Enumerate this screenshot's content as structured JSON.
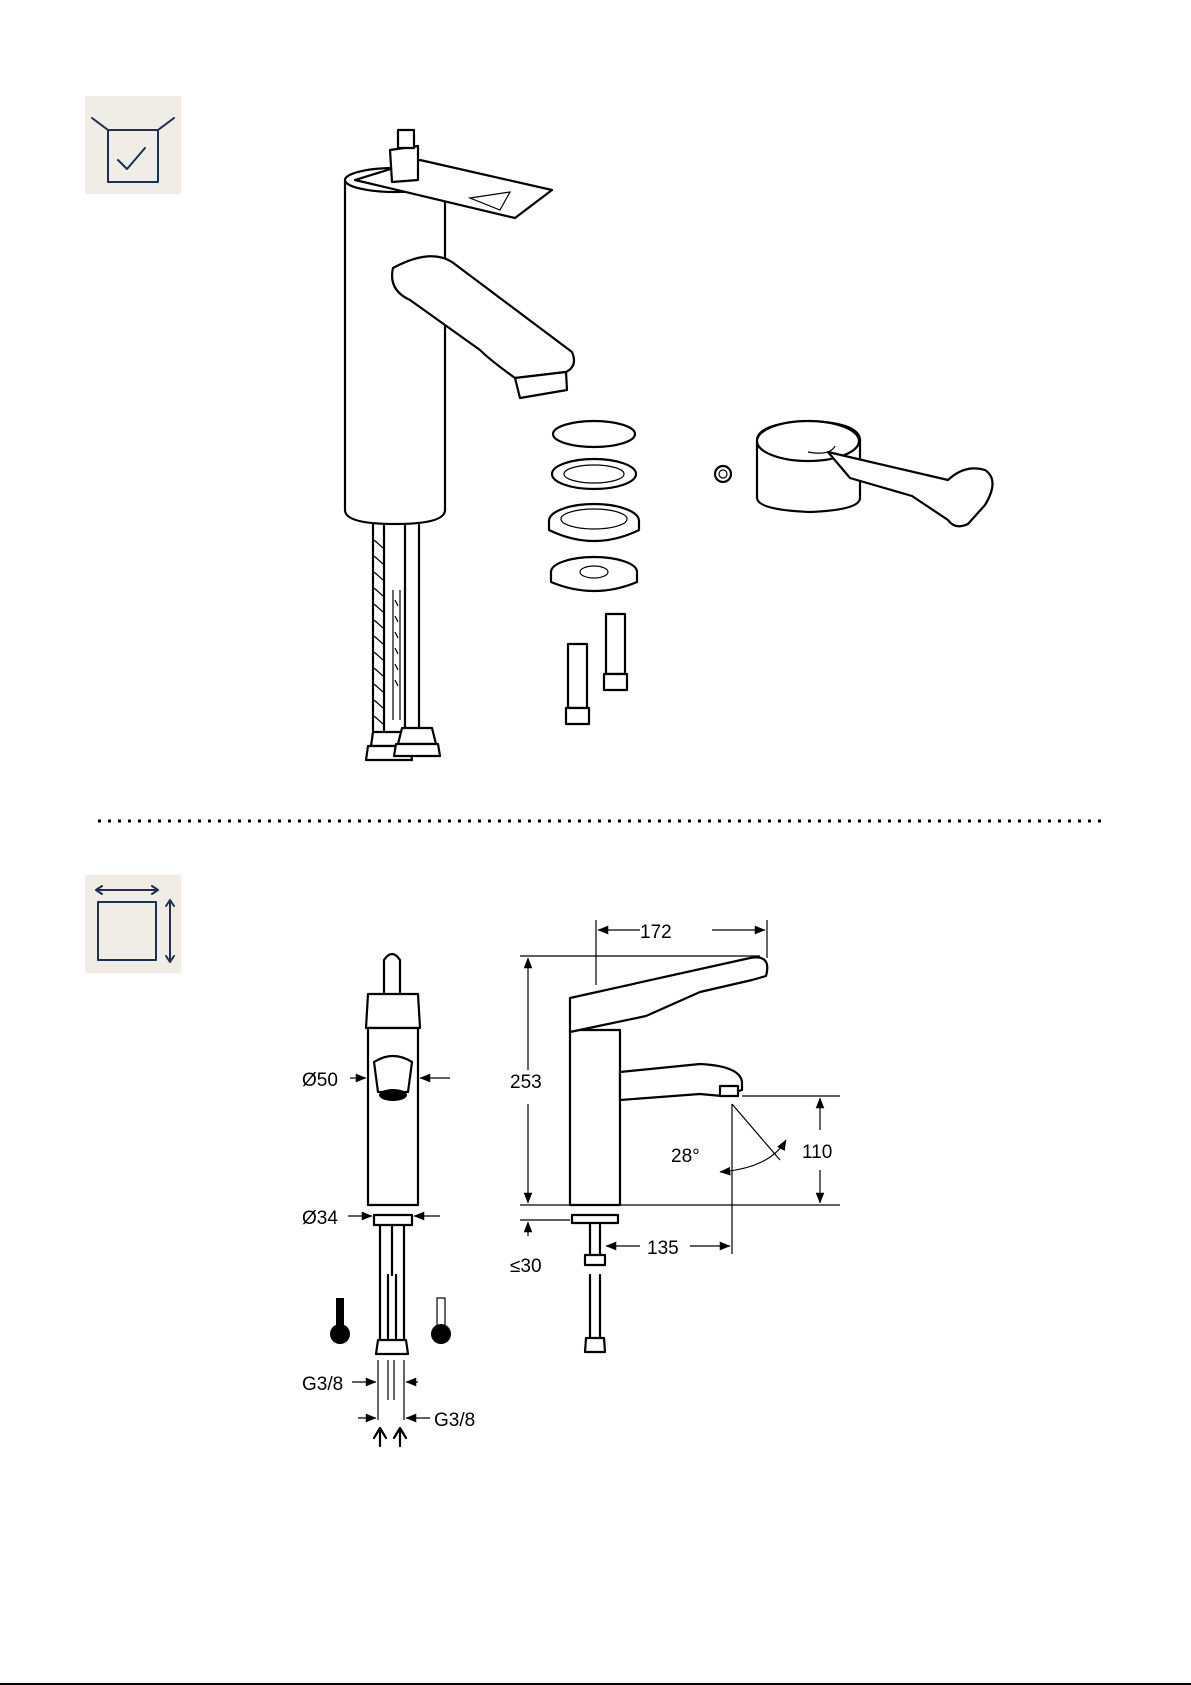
{
  "icons": {
    "delivery_icon": "checked-box-icon",
    "dimensions_icon": "dimensions-icon",
    "icon_bg": "#efede5",
    "icon_stroke": "#1f2f4f"
  },
  "dimensions": {
    "body_diameter": "Ø50",
    "shank_diameter": "Ø34",
    "width": "172",
    "height": "253",
    "spout_height": "110",
    "spout_angle": "28°",
    "spout_reach": "135",
    "max_deck": "≤30",
    "hot_connection": "G3/8",
    "cold_connection": "G3/8"
  }
}
